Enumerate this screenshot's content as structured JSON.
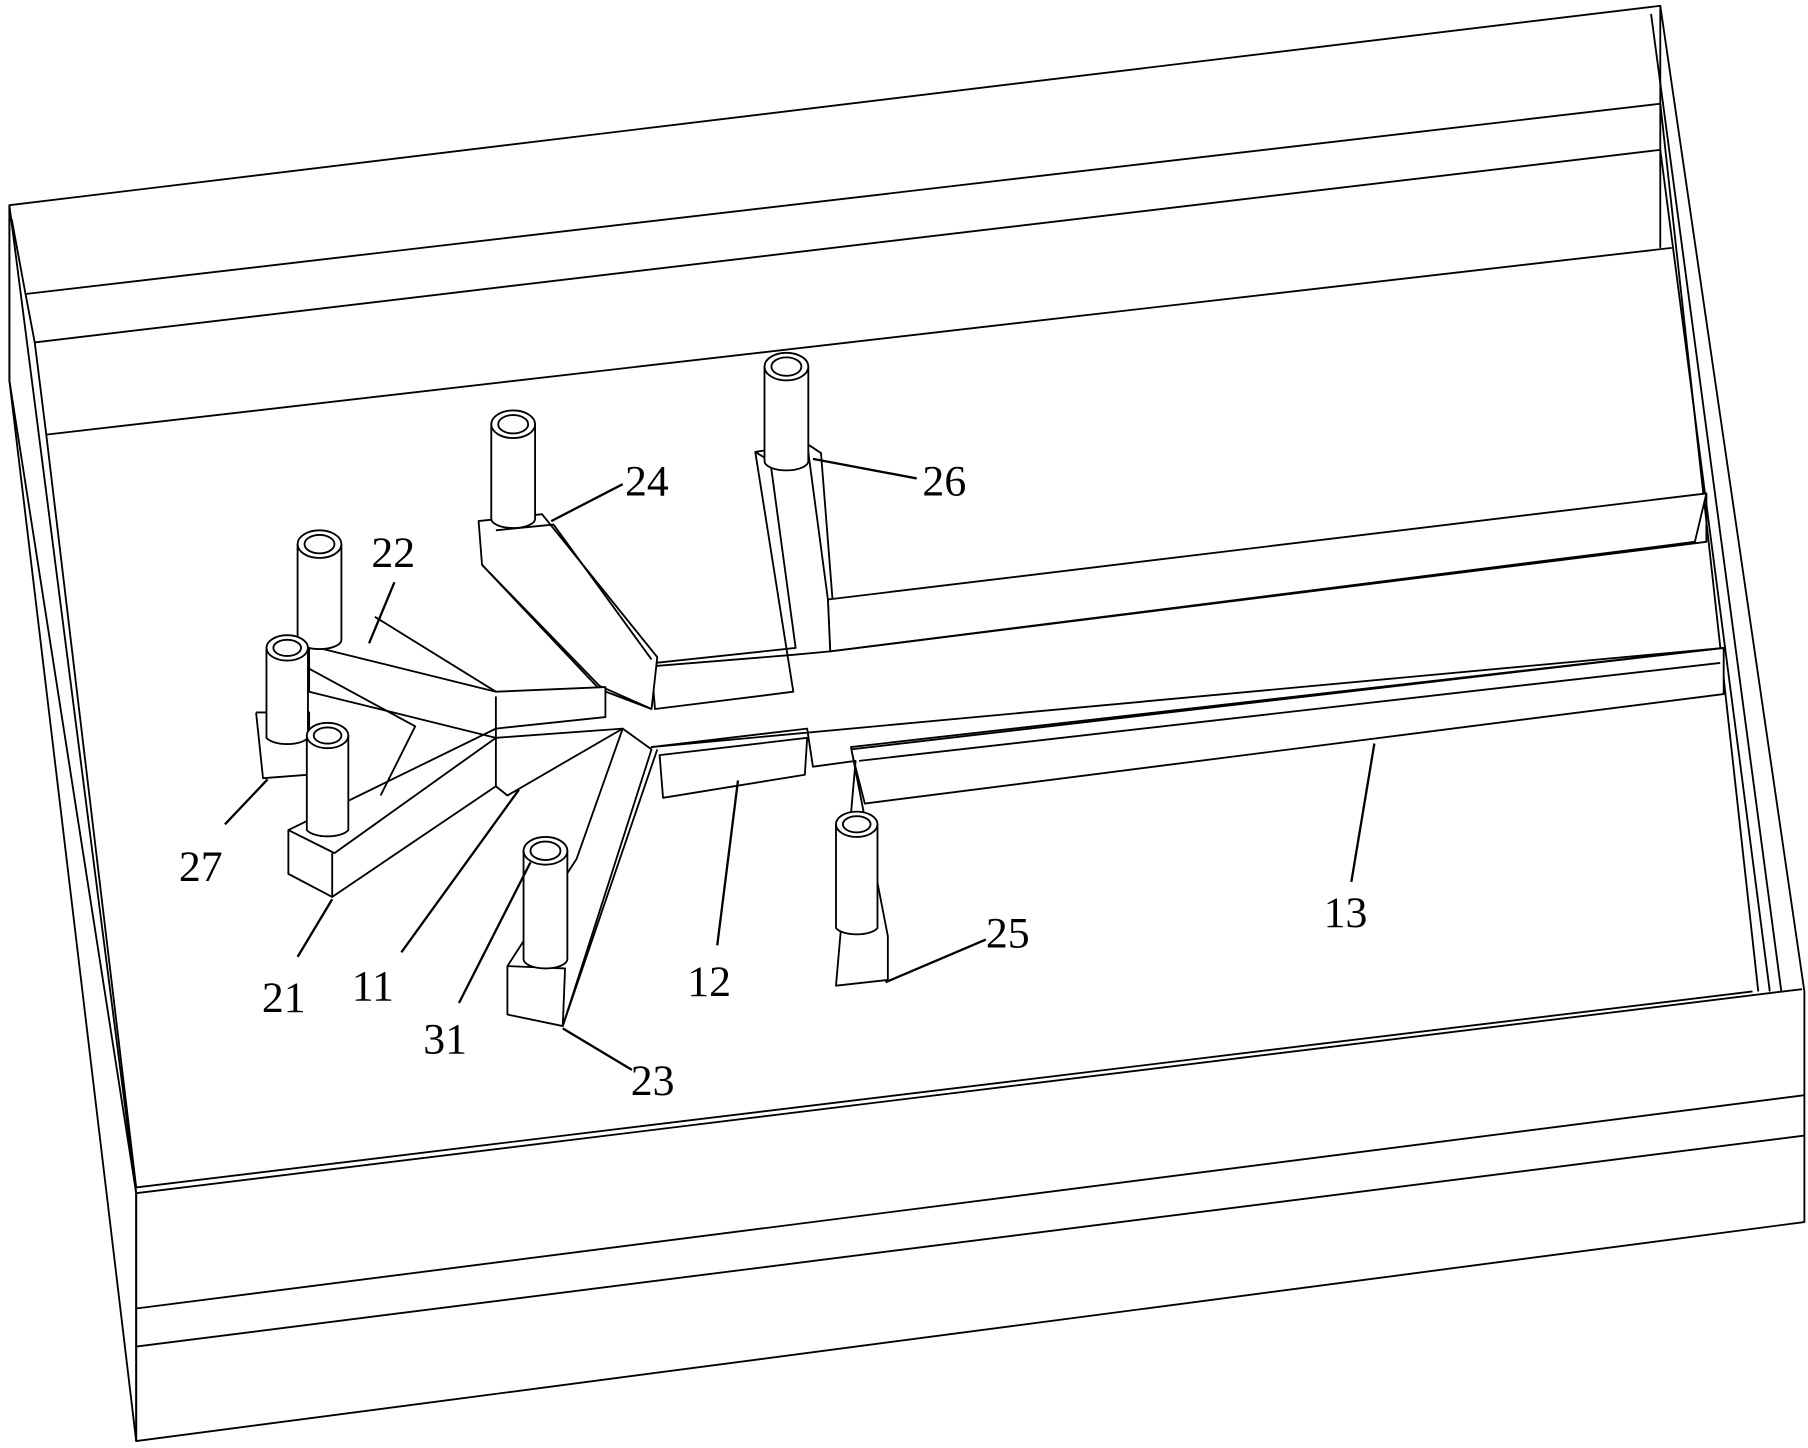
{
  "reference_numerals": {
    "channel_11": "11",
    "channel_12": "12",
    "channel_13": "13",
    "port_21": "21",
    "port_22": "22",
    "port_23": "23",
    "port_24": "24",
    "port_25": "25",
    "port_26": "26",
    "port_27": "27",
    "pipe_31": "31"
  }
}
